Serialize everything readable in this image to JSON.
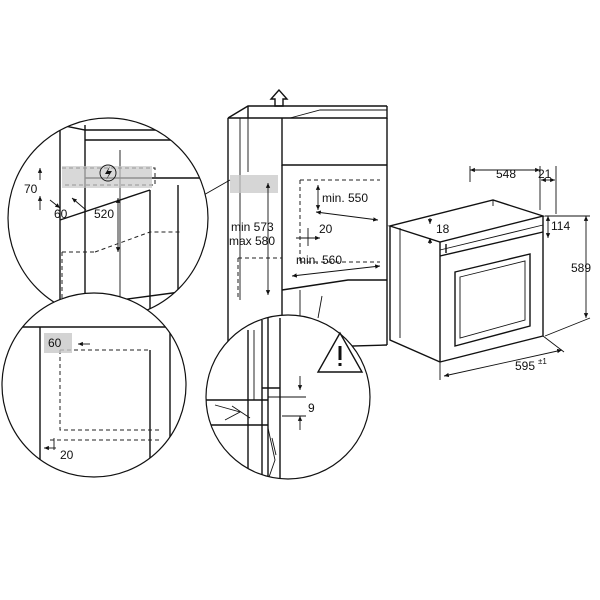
{
  "diagram": {
    "labels": {
      "d70": "70",
      "d60a": "60",
      "d520": "520",
      "d60b": "60",
      "d20a": "20",
      "min550": "min. 550",
      "d20b": "20",
      "min573": "min 573",
      "max580": "max 580",
      "min560": "min. 560",
      "d9": "9",
      "d548": "548",
      "d21": "21",
      "d18": "18",
      "d114": "114",
      "d589": "589",
      "d595": "595",
      "tol": "±1"
    },
    "icons": [
      "lightning-icon",
      "warning-triangle-icon",
      "up-arrow-icon"
    ]
  }
}
